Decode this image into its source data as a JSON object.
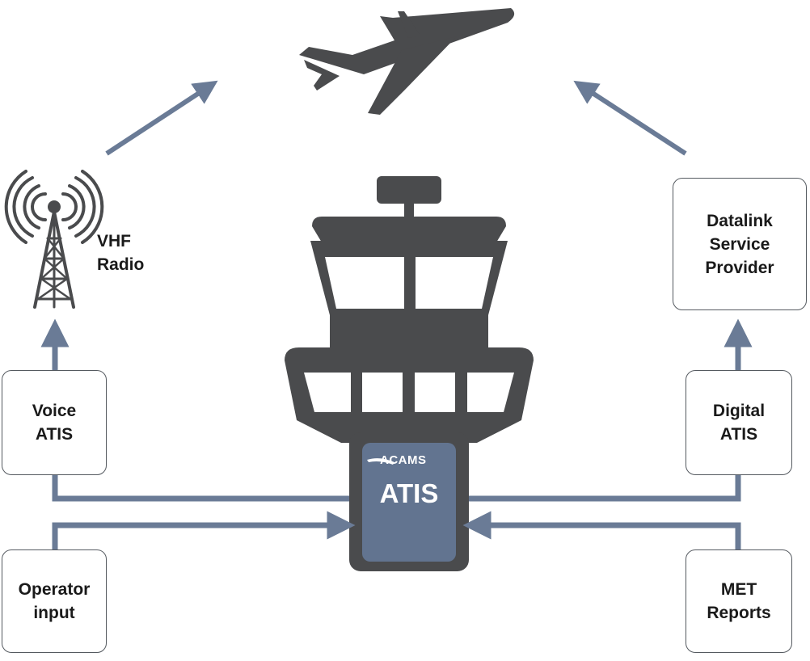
{
  "colors": {
    "arrow": "#6a7b96",
    "tower": "#4a4b4d",
    "atis_panel": "#627490",
    "box_border": "#555a60",
    "text": "#1a1a1a"
  },
  "icons": {
    "aircraft": "airplane-icon",
    "tower": "control-tower-icon",
    "antenna": "radio-antenna-icon"
  },
  "center": {
    "brand": "ACAMS",
    "label": "ATIS"
  },
  "labels": {
    "vhf_radio": "VHF\nRadio"
  },
  "boxes": {
    "voice_atis": "Voice\nATIS",
    "operator_input": "Operator\ninput",
    "datalink": "Datalink\nService\nProvider",
    "digital_atis": "Digital\nATIS",
    "met_reports": "MET\nReports"
  }
}
